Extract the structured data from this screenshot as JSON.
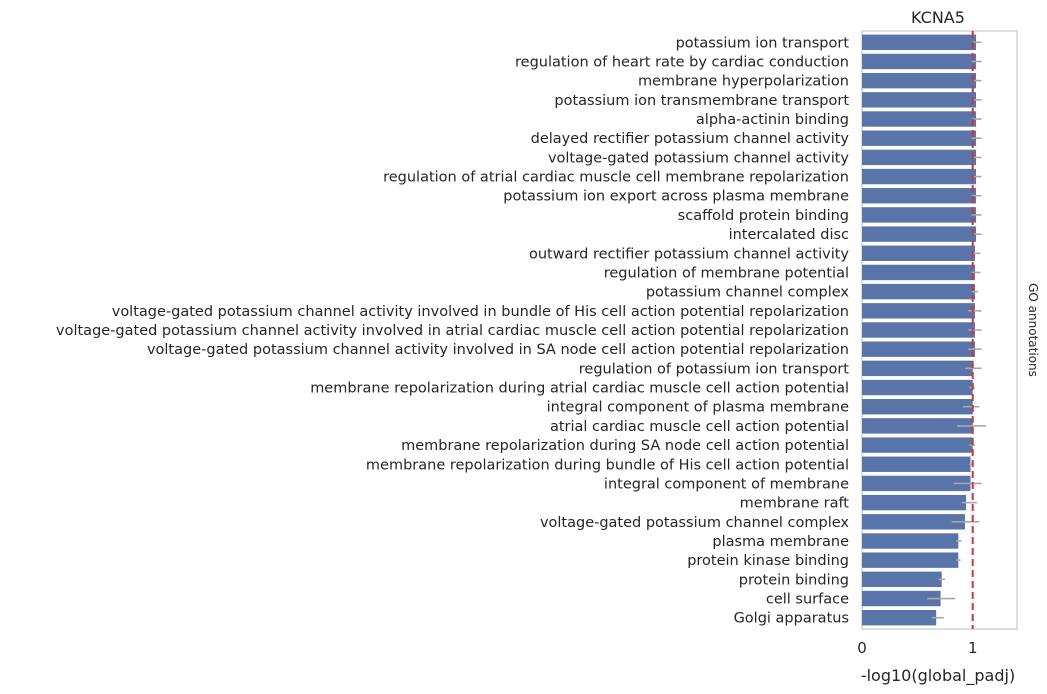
{
  "chart_data": {
    "type": "bar",
    "orientation": "horizontal",
    "title": "KCNA5",
    "xlabel": "-log10(global_padj)",
    "ylabel": "",
    "side_label": "GO annotations",
    "xlim": [
      0,
      1.4
    ],
    "xticks": [
      0,
      1
    ],
    "xtick_labels": [
      "0",
      "1"
    ],
    "reference_line": 1.0,
    "grid": false,
    "colors": {
      "bar": "#5874a8",
      "error_bar": "#a8a8a8",
      "reference_line": "#c8383b",
      "frame": "#cccccc"
    },
    "categories": [
      "potassium ion transport",
      "regulation of heart rate by cardiac conduction",
      "membrane hyperpolarization",
      "potassium ion transmembrane transport",
      "alpha-actinin binding",
      "delayed rectifier potassium channel activity",
      "voltage-gated potassium channel activity",
      "regulation of atrial cardiac muscle cell membrane repolarization",
      "potassium ion export across plasma membrane",
      "scaffold protein binding",
      "intercalated disc",
      "outward rectifier potassium channel activity",
      "regulation of membrane potential",
      "potassium channel complex",
      "voltage-gated potassium channel activity involved in bundle of His cell action potential repolarization",
      "voltage-gated potassium channel activity involved in atrial cardiac muscle cell action potential repolarization",
      "voltage-gated potassium channel activity involved in SA node cell action potential repolarization",
      "regulation of potassium ion transport",
      "membrane repolarization during atrial cardiac muscle cell action potential",
      "integral component of plasma membrane",
      "atrial cardiac muscle cell action potential",
      "membrane repolarization during SA node cell action potential",
      "membrane repolarization during bundle of His cell action potential",
      "integral component of membrane",
      "membrane raft",
      "voltage-gated potassium channel complex",
      "plasma membrane",
      "protein kinase binding",
      "protein binding",
      "cell surface",
      "Golgi apparatus"
    ],
    "values": [
      1.03,
      1.03,
      1.03,
      1.03,
      1.03,
      1.03,
      1.03,
      1.03,
      1.03,
      1.03,
      1.03,
      1.02,
      1.02,
      1.02,
      1.02,
      1.02,
      1.02,
      1.0,
      1.0,
      1.0,
      1.0,
      1.0,
      0.98,
      0.98,
      0.94,
      0.93,
      0.87,
      0.87,
      0.72,
      0.71,
      0.67
    ],
    "errors": [
      [
        0.99,
        1.08
      ],
      [
        0.99,
        1.08
      ],
      [
        0.99,
        1.08
      ],
      [
        0.99,
        1.08
      ],
      [
        0.99,
        1.08
      ],
      [
        0.99,
        1.08
      ],
      [
        0.99,
        1.08
      ],
      [
        0.99,
        1.08
      ],
      [
        0.99,
        1.08
      ],
      [
        0.99,
        1.08
      ],
      [
        0.99,
        1.08
      ],
      [
        0.99,
        1.07
      ],
      [
        0.99,
        1.07
      ],
      [
        0.99,
        1.05
      ],
      [
        0.96,
        1.08
      ],
      [
        0.96,
        1.08
      ],
      [
        0.96,
        1.08
      ],
      [
        0.93,
        1.08
      ],
      [
        0.97,
        1.02
      ],
      [
        0.91,
        1.06
      ],
      [
        0.86,
        1.12
      ],
      [
        0.97,
        1.02
      ],
      [
        0.97,
        0.99
      ],
      [
        0.83,
        1.08
      ],
      [
        0.9,
        1.04
      ],
      [
        0.81,
        1.06
      ],
      [
        0.85,
        0.9
      ],
      [
        0.85,
        0.89
      ],
      [
        0.69,
        0.75
      ],
      [
        0.59,
        0.84
      ],
      [
        0.63,
        0.74
      ]
    ]
  }
}
